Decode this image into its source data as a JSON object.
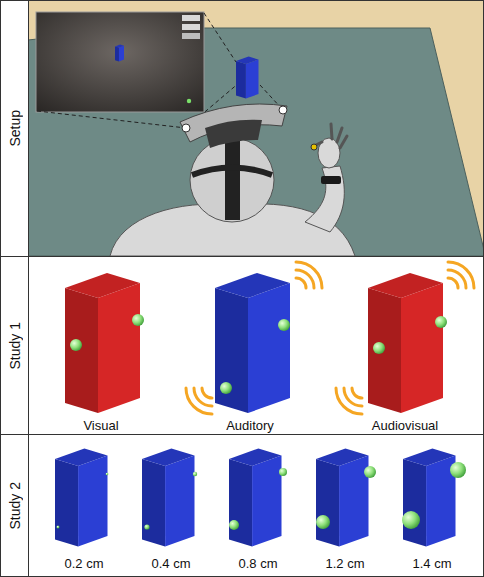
{
  "diagram": {
    "nodes": [
      {
        "text": [
          "Setup"
        ]
      },
      {
        "text": [
          "Study 1"
        ]
      },
      {
        "text": [
          "Study 2"
        ]
      }
    ],
    "labels": [
      "Visual",
      "Auditory",
      "Audiovisual",
      "0.2 cm",
      "0.4 cm",
      "0.8 cm",
      "1.2 cm",
      "1.4 cm"
    ]
  }
}
